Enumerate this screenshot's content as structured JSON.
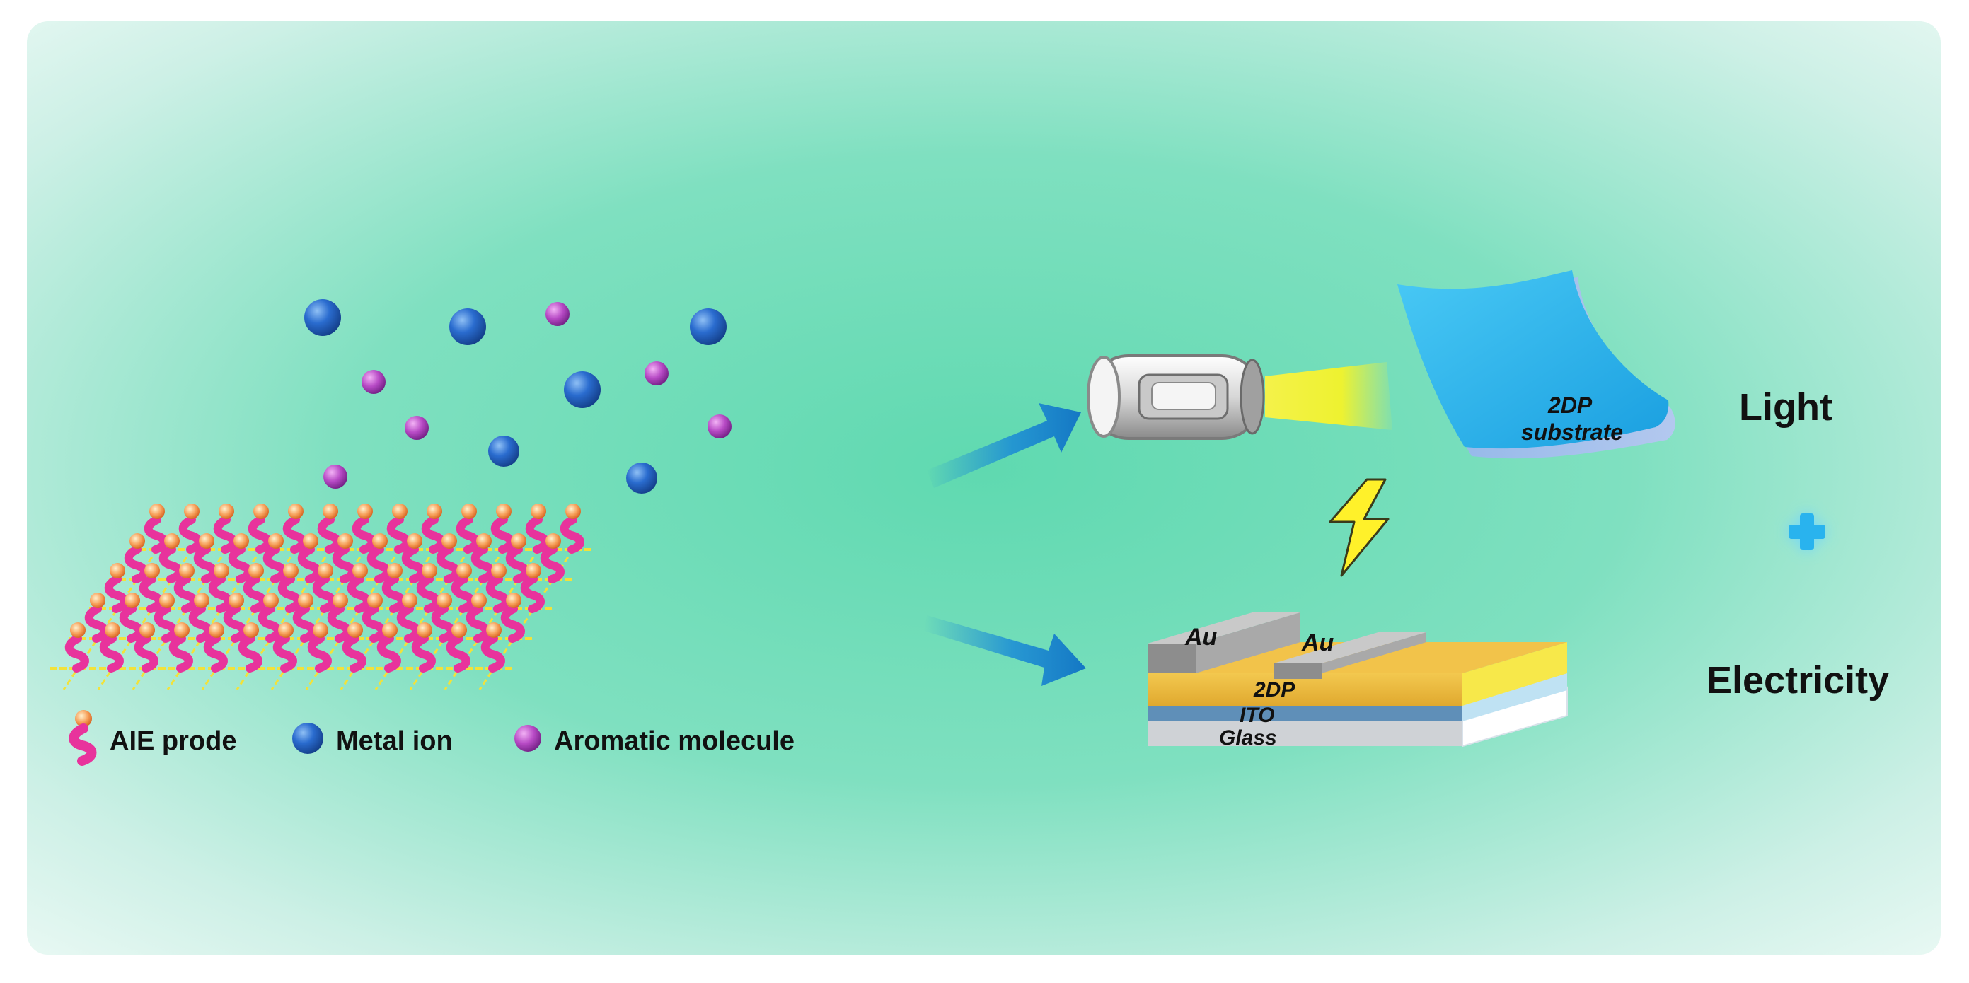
{
  "legend": {
    "aie_probe_label": "AIE prode",
    "metal_ion_label": "Metal ion",
    "aromatic_label": "Aromatic molecule"
  },
  "flexible_substrate": {
    "label_line1": "2DP",
    "label_line2": "substrate"
  },
  "device": {
    "electrode_left": "Au",
    "electrode_right": "Au",
    "layer_2dp": "2DP",
    "layer_ito": "ITO",
    "layer_glass": "Glass"
  },
  "outputs": {
    "light": "Light",
    "electricity": "Electricity"
  },
  "colors": {
    "background_center": "#5fd9b0",
    "metal_ion": "#2a6ccf",
    "aromatic": "#b84bc6",
    "probe_body": "#e8339c",
    "probe_head": "#f7a05a",
    "framework": "#f2e23a",
    "arrow": "#1a8bd6",
    "plus": "#29b3ee",
    "substrate": "#2bb9f0",
    "layer_2dp": "#f2c34a",
    "layer_ito": "#5f8fb8",
    "layer_glass": "#e2eef6",
    "electrode": "#bdbdbd"
  },
  "icons": [
    "lightning-bolt-icon",
    "plus-icon",
    "arrow-icon",
    "uv-lamp-icon"
  ]
}
